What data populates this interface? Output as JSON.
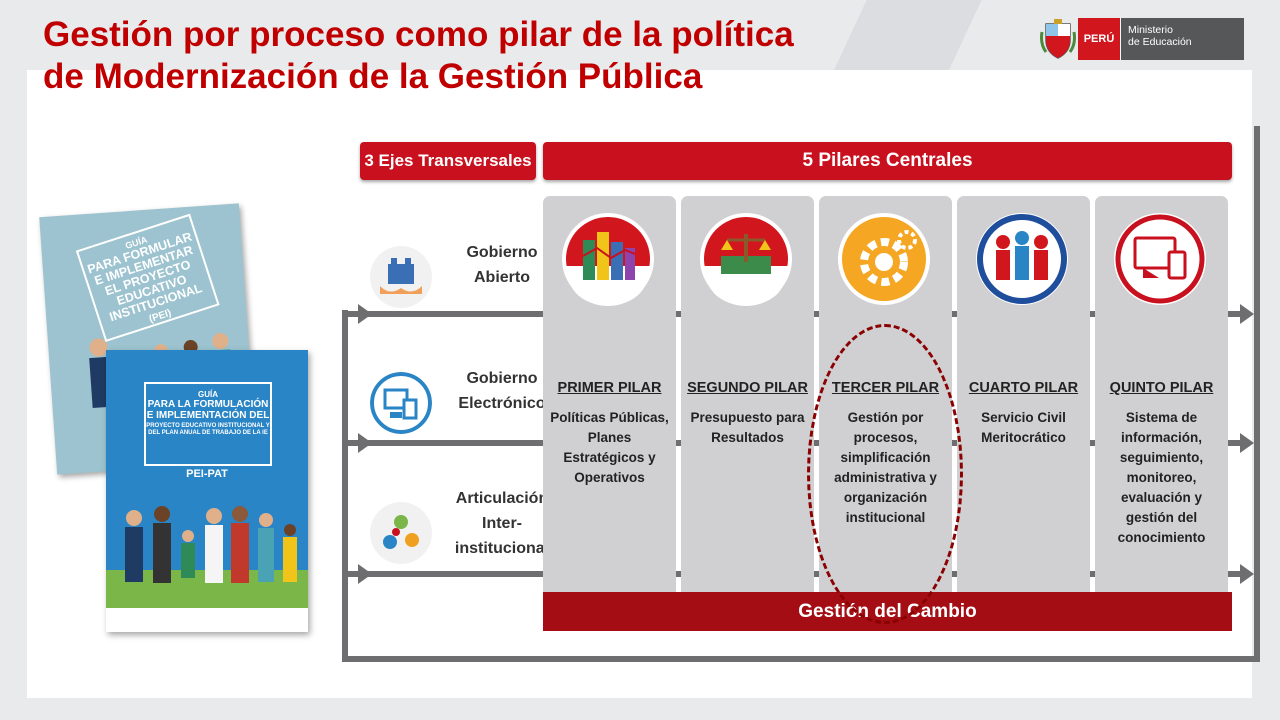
{
  "slide": {
    "title_line1": "Gestión por proceso como pilar de la política",
    "title_line2": "de Modernización de la Gestión Pública"
  },
  "logo": {
    "country": "PERÚ",
    "ministry_line1": "Ministerio",
    "ministry_line2": "de Educación",
    "colors": {
      "red": "#d2161e",
      "gray": "#555759"
    }
  },
  "books": {
    "pei": {
      "guide": "GUÍA",
      "title": "PARA FORMULAR E IMPLEMENTAR EL PROYECTO EDUCATIVO INSTITUCIONAL",
      "code": "(PEI)"
    },
    "pei_pat": {
      "guide": "GUÍA",
      "title": "PARA LA FORMULACIÓN E IMPLEMENTACIÓN DEL",
      "subtitle": "PROYECTO EDUCATIVO INSTITUCIONAL Y DEL PLAN ANUAL DE TRABAJO DE LA IE",
      "code": "PEI-PAT"
    }
  },
  "diagram": {
    "header_axes": "3 Ejes Transversales",
    "header_pillars": "5 Pilares Centrales",
    "axes": [
      {
        "line1": "Gobierno",
        "line2": "Abierto",
        "line3": "",
        "icon": "open-government-icon"
      },
      {
        "line1": "Gobierno",
        "line2": "Electrónico",
        "line3": "",
        "icon": "devices-icon"
      },
      {
        "line1": "Articulación",
        "line2": "Inter-",
        "line3": "institucional",
        "icon": "network-icon"
      }
    ],
    "pillars": [
      {
        "title": "PRIMER PILAR",
        "text": "Políticas Públicas, Planes Estratégicos y Operativos",
        "icon": "city-chart-icon"
      },
      {
        "title": "SEGUNDO PILAR",
        "text": "Presupuesto para Resultados",
        "icon": "scales-icon"
      },
      {
        "title": "TERCER PILAR",
        "text": "Gestión por procesos, simplificación administrativa y organización institucional",
        "icon": "gears-icon"
      },
      {
        "title": "CUARTO PILAR",
        "text": "Servicio Civil Meritocrático",
        "icon": "people-icon"
      },
      {
        "title": "QUINTO PILAR",
        "text": "Sistema de información, seguimiento, monitoreo, evaluación y gestión del conocimiento",
        "icon": "information-system-icon"
      }
    ],
    "footer": "Gestión del Cambio",
    "colors": {
      "header_red": "#c8101e",
      "footer_red": "#a50d15",
      "pillar_gray": "#d0d0d2",
      "highlight": "#8b0000"
    }
  }
}
